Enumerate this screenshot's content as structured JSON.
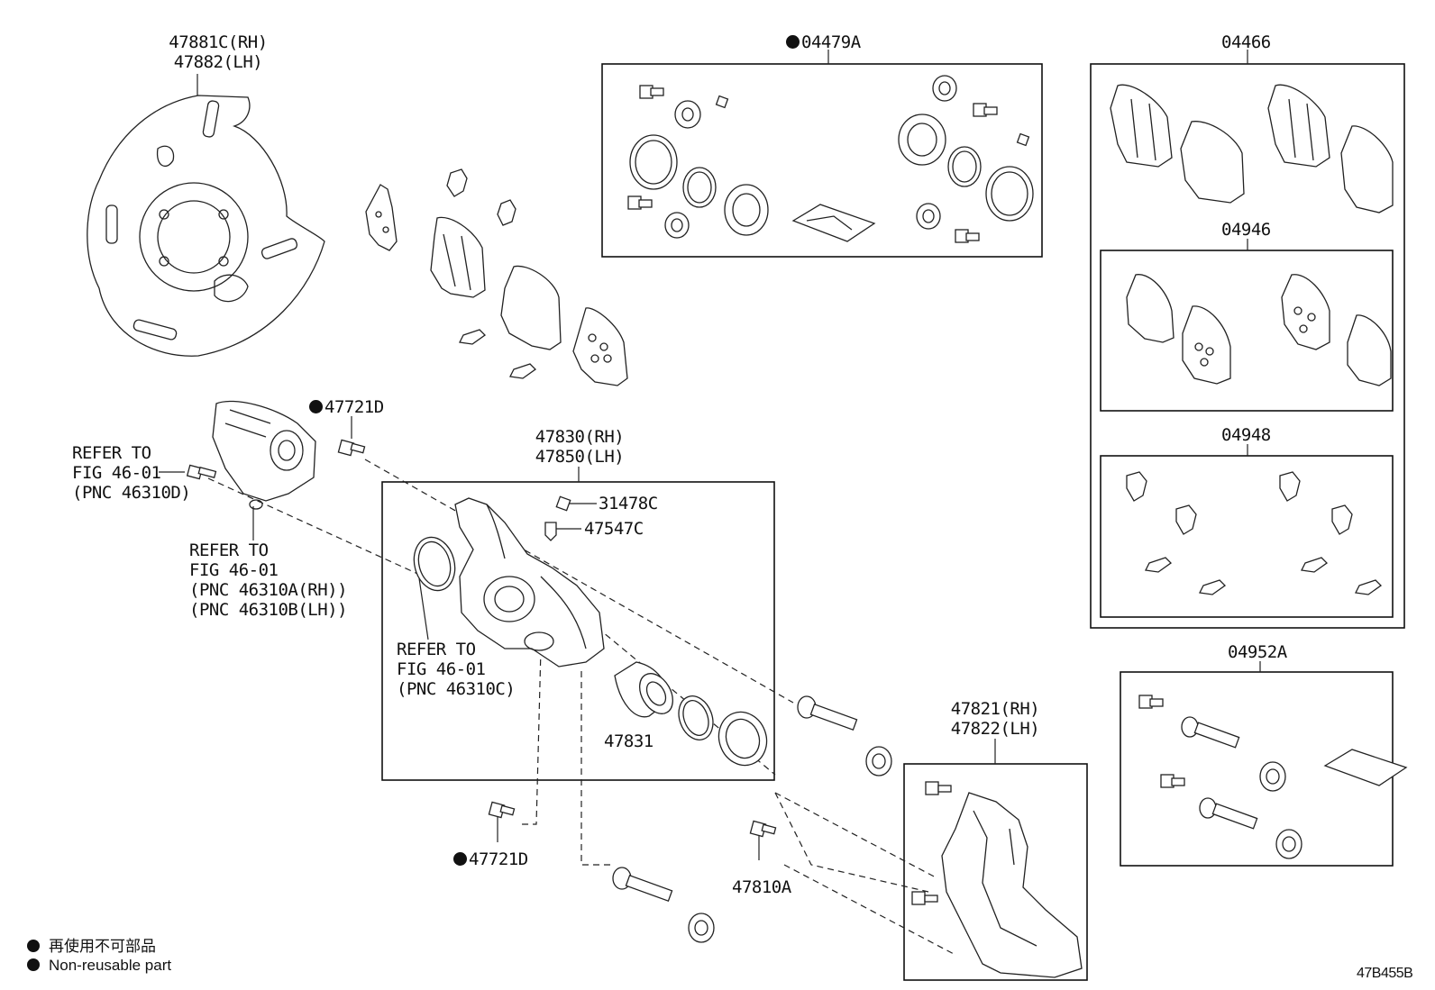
{
  "labels": {
    "shield": "47881C(RH)\n47882(LH)",
    "seal_kit": "04479A",
    "pad_kit": "04466",
    "shim_kit": "04946",
    "clip_kit": "04948",
    "slide_kit": "04952A",
    "bolt_top": "47721D",
    "bolt_bottom": "47721D",
    "caliper": "47830(RH)\n47850(LH)",
    "bleeder_cap": "31478C",
    "bleeder_plug": "47547C",
    "piston": "47831",
    "mount": "47821(RH)\n47822(LH)",
    "mount_bolt": "47810A",
    "refer_left": "REFER TO\nFIG 46-01\n(PNC 46310D)",
    "refer_motor": "REFER TO\nFIG 46-01\n(PNC 46310A(RH))\n(PNC 46310B(LH))",
    "refer_caliper": "REFER TO\nFIG 46-01\n(PNC 46310C)"
  },
  "legend": {
    "line1": "再使用不可部品",
    "line2": "Non-reusable part"
  },
  "diagram_code": "47B455B"
}
